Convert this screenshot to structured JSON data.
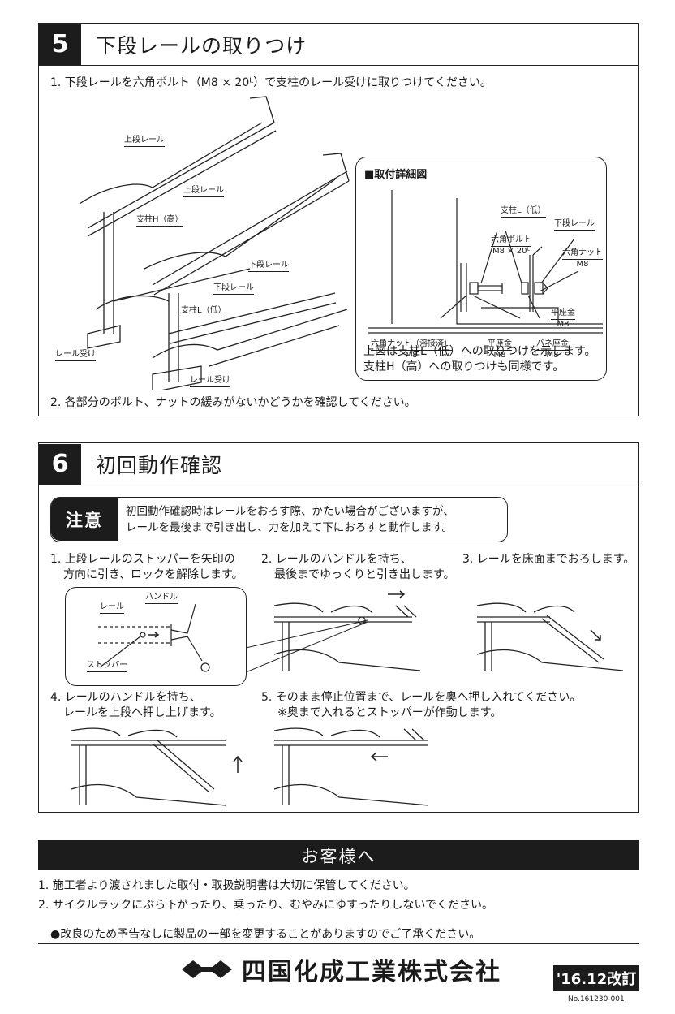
{
  "section5": {
    "number": "5",
    "title": "下段レールの取りつけ",
    "step1": "1. 下段レールを六角ボルト（M8 × 20ᴸ）で支柱のレール受けに取りつけてください。",
    "step2": "2. 各部分のボルト、ナットの緩みがないかどうかを確認してください。",
    "diagram_labels": {
      "upper_rail_1": "上段レール",
      "upper_rail_2": "上段レール",
      "post_high": "支柱H（高）",
      "lower_rail_1": "下段レール",
      "lower_rail_2": "下段レール",
      "post_low": "支柱L（低）",
      "rail_receiver_1": "レール受け",
      "rail_receiver_2": "レール受け"
    },
    "detail": {
      "title": "■取付詳細図",
      "post_low": "支柱L（低）",
      "hex_bolt": "六角ボルト",
      "hex_bolt_spec": "M8 × 20ᴸ",
      "lower_rail": "下段レール",
      "hex_nut": "六角ナット",
      "hex_nut_spec": "M8",
      "flat_washer_r": "平座金",
      "flat_washer_r_spec": "M8",
      "welded_nut": "六角ナット（溶接済）",
      "welded_nut_spec": "M8",
      "flat_washer": "平座金",
      "flat_washer_spec": "M8",
      "spring_washer": "バネ座金",
      "spring_washer_spec": "M8",
      "note1": "上図は支柱L（低）への取りつけを示します。",
      "note2": "支柱H（高）への取りつけも同様です。"
    }
  },
  "section6": {
    "number": "6",
    "title": "初回動作確認",
    "caution_label": "注意",
    "caution1": "初回動作確認時はレールをおろす際、かたい場合がございますが、",
    "caution2": "レールを最後まで引き出し、力を加えて下におろすと動作します。",
    "step1a": "1. 上段レールのストッパーを矢印の",
    "step1b": "方向に引き、ロックを解除します。",
    "step2a": "2. レールのハンドルを持ち、",
    "step2b": "最後までゆっくりと引き出します。",
    "step3": "3. レールを床面までおろします。",
    "step4a": "4. レールのハンドルを持ち、",
    "step4b": "レールを上段へ押し上げます。",
    "step5a": "5. そのまま停止位置まで、レールを奥へ押し入れてください。",
    "step5b": "※奥まで入れるとストッパーが作動します。",
    "zoom_labels": {
      "handle": "ハンドル",
      "rail": "レール",
      "stopper": "ストッパー"
    }
  },
  "customer": {
    "title": "お客様へ",
    "line1": "1. 施工者より渡されました取付・取扱説明書は大切に保管してください。",
    "line2": "2. サイクルラックにぶら下がったり、乗ったり、むやみにゆすったりしないでください。",
    "notice": "●改良のため予告なしに製品の一部を変更することがありますのでご了承ください。"
  },
  "footer": {
    "company": "四国化成工業株式会社",
    "revision": "'16.12改訂",
    "doc_no": "No.161230-001"
  }
}
